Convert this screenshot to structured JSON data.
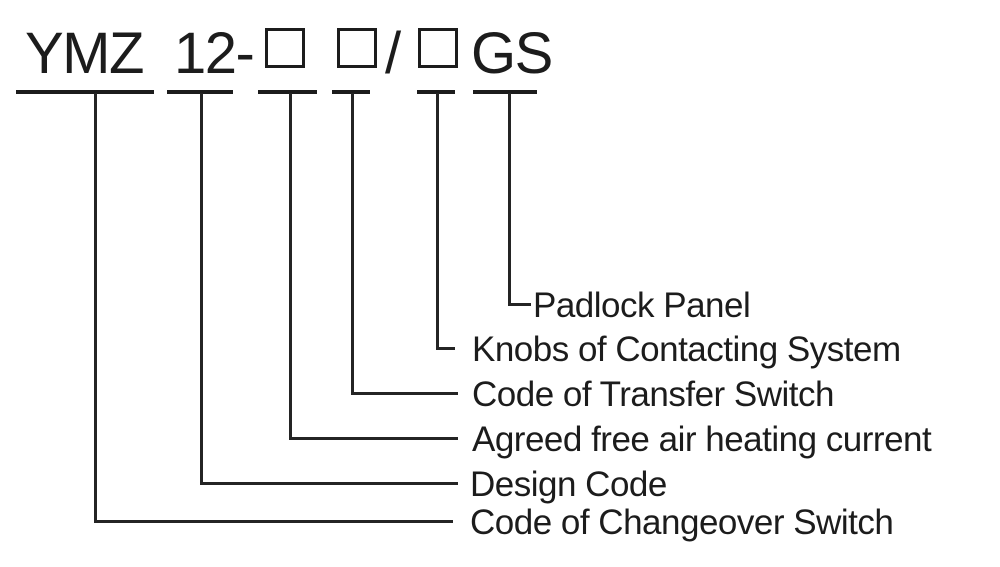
{
  "title": {
    "full_text": "YMZ 12-□ □/□GS",
    "prefix": "YMZ",
    "design_number": "12-",
    "separator": "/",
    "suffix": "GS",
    "placeholder_symbol": "□"
  },
  "labels": [
    {
      "text": "Padlock Panel"
    },
    {
      "text": "Knobs of Contacting System"
    },
    {
      "text": "Code of Transfer Switch"
    },
    {
      "text": "Agreed free air heating current"
    },
    {
      "text": "Design Code"
    },
    {
      "text": "Code of Changeover Switch"
    }
  ],
  "colors": {
    "ink": "#1c1c1c",
    "background": "#ffffff"
  }
}
